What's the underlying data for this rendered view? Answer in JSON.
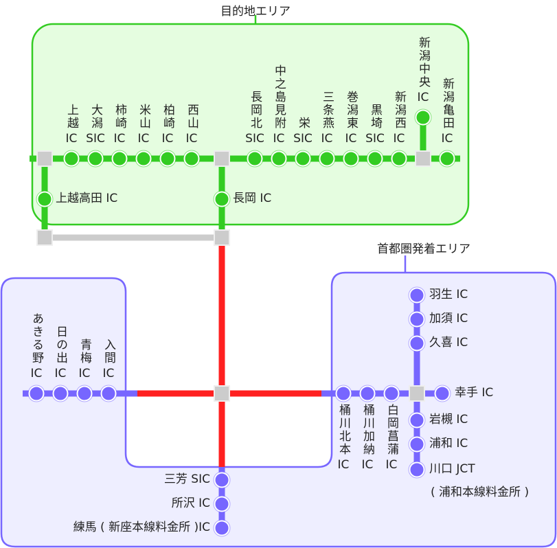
{
  "colors": {
    "green": "#33cc22",
    "green_bg": "#e5fde0",
    "blue": "#7766ff",
    "blue_bg": "#eeeeff",
    "red": "#ff2020",
    "node": "#cccccc"
  },
  "areas": {
    "destination": "目的地エリア",
    "origin": "首都圏発着エリア"
  },
  "green_top": [
    {
      "name": "上越",
      "suffix": "IC"
    },
    {
      "name": "大潟",
      "suffix": "SIC"
    },
    {
      "name": "柿崎",
      "suffix": "IC"
    },
    {
      "name": "米山",
      "suffix": "IC"
    },
    {
      "name": "柏崎",
      "suffix": "IC"
    },
    {
      "name": "西山",
      "suffix": "IC"
    },
    {
      "name": "長岡北",
      "suffix": "SIC"
    },
    {
      "name": "中之島見附",
      "suffix": "IC"
    },
    {
      "name": "栄",
      "suffix": "SIC"
    },
    {
      "name": "三条燕",
      "suffix": "IC"
    },
    {
      "name": "巻潟東",
      "suffix": "IC"
    },
    {
      "name": "黒埼",
      "suffix": "SIC"
    },
    {
      "name": "新潟西",
      "suffix": "IC"
    },
    {
      "name": "新潟中央",
      "suffix": "IC"
    },
    {
      "name": "新潟亀田",
      "suffix": "IC"
    }
  ],
  "green_side": [
    "上越高田 IC",
    "長岡 IC"
  ],
  "blue_left": [
    {
      "name": "あきる野",
      "suffix": "IC"
    },
    {
      "name": "日の出",
      "suffix": "IC"
    },
    {
      "name": "青梅",
      "suffix": "IC"
    },
    {
      "name": "入間",
      "suffix": "IC"
    }
  ],
  "blue_bottom": [
    {
      "name": "桶川北本",
      "suffix": "IC"
    },
    {
      "name": "桶川加納",
      "suffix": "IC"
    },
    {
      "name": "白岡菖蒲",
      "suffix": "IC"
    }
  ],
  "blue_right": [
    "羽生 IC",
    "加須 IC",
    "久喜 IC",
    "幸手 IC",
    "岩槻 IC",
    "浦和 IC",
    "川口 JCT"
  ],
  "blue_right_note": "( 浦和本線料金所 )",
  "blue_south": [
    "三芳 SIC",
    "所沢 IC",
    "練馬 ( 新座本線料金所 )IC"
  ]
}
